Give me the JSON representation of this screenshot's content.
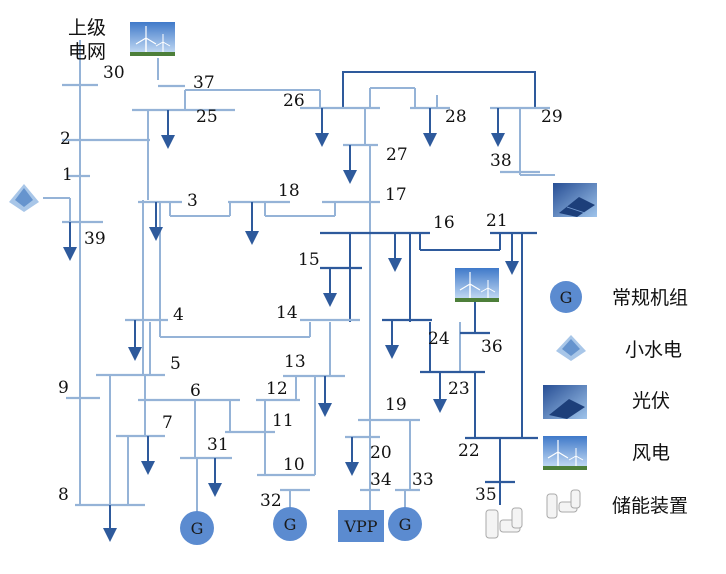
{
  "grid_label_line1": "上级",
  "grid_label_line2": "电网",
  "bus_labels": {
    "b1": "1",
    "b2": "2",
    "b3": "3",
    "b4": "4",
    "b5": "5",
    "b6": "6",
    "b7": "7",
    "b8": "8",
    "b9": "9",
    "b10": "10",
    "b11": "11",
    "b12": "12",
    "b13": "13",
    "b14": "14",
    "b15": "15",
    "b16": "16",
    "b17": "17",
    "b18": "18",
    "b19": "19",
    "b20": "20",
    "b21": "21",
    "b22": "22",
    "b23": "23",
    "b24": "24",
    "b25": "25",
    "b26": "26",
    "b27": "27",
    "b28": "28",
    "b29": "29",
    "b30": "30",
    "b31": "31",
    "b32": "32",
    "b33": "33",
    "b34": "34",
    "b35": "35",
    "b36": "36",
    "b37": "37",
    "b38": "38",
    "b39": "39"
  },
  "generator_symbol": "G",
  "vpp_label": "VPP",
  "legend": [
    {
      "icon": "generator-icon",
      "label": "常规机组"
    },
    {
      "icon": "hydro-icon",
      "label": "小水电"
    },
    {
      "icon": "solar-panel-icon",
      "label": "光伏"
    },
    {
      "icon": "wind-turbine-icon",
      "label": "风电"
    },
    {
      "icon": "battery-storage-icon",
      "label": "储能装置"
    }
  ],
  "colors": {
    "light_line": "#95b3d7",
    "dark_line": "#2e5a9c",
    "generator_fill": "#5b8bd0"
  }
}
